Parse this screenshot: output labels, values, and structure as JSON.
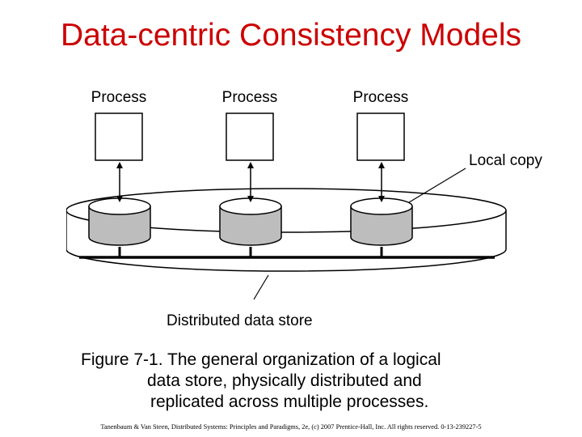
{
  "slide": {
    "title": "Data-centric Consistency Models",
    "caption_lines": [
      "Figure 7-1. The general organization of a logical",
      "data store, physically distributed and",
      "replicated across multiple processes."
    ],
    "footer": "Tanenbaum & Van Steen, Distributed Systems: Principles and Paradigms, 2e, (c) 2007 Prentice-Hall, Inc. All rights reserved. 0-13-239227-5"
  },
  "diagram": {
    "process_labels": [
      "Process",
      "Process",
      "Process"
    ],
    "local_copy_label": "Local copy",
    "data_store_label": "Distributed data store",
    "colors": {
      "stroke": "#000000",
      "disk_fill": "#bdbdbd",
      "disk_top": "#ffffff",
      "panel_bg": "#ffffff"
    }
  }
}
